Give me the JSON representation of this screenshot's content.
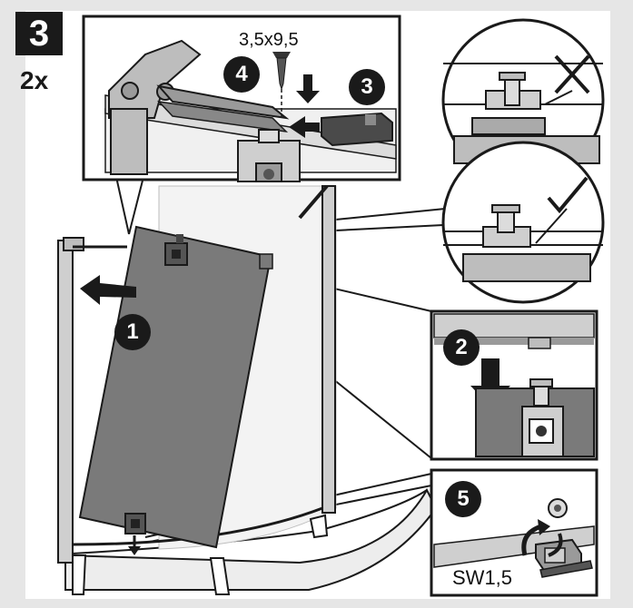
{
  "step": {
    "number": "3",
    "quantity": "2x"
  },
  "screw": {
    "spec": "3,5x9,5"
  },
  "tool": {
    "spec": "SW1,5"
  },
  "badges": [
    {
      "id": "1",
      "label": "1"
    },
    {
      "id": "2",
      "label": "2"
    },
    {
      "id": "3",
      "label": "3"
    },
    {
      "id": "4",
      "label": "4"
    },
    {
      "id": "5",
      "label": "5"
    }
  ],
  "colors": {
    "background": "#e6e6e6",
    "ink": "#1a1a1a",
    "panel": "#7a7a7a",
    "frame": "#bdbdbd",
    "detail_fill": "#ffffff"
  },
  "marks": {
    "incorrect": "cross-icon",
    "correct": "check-icon"
  }
}
